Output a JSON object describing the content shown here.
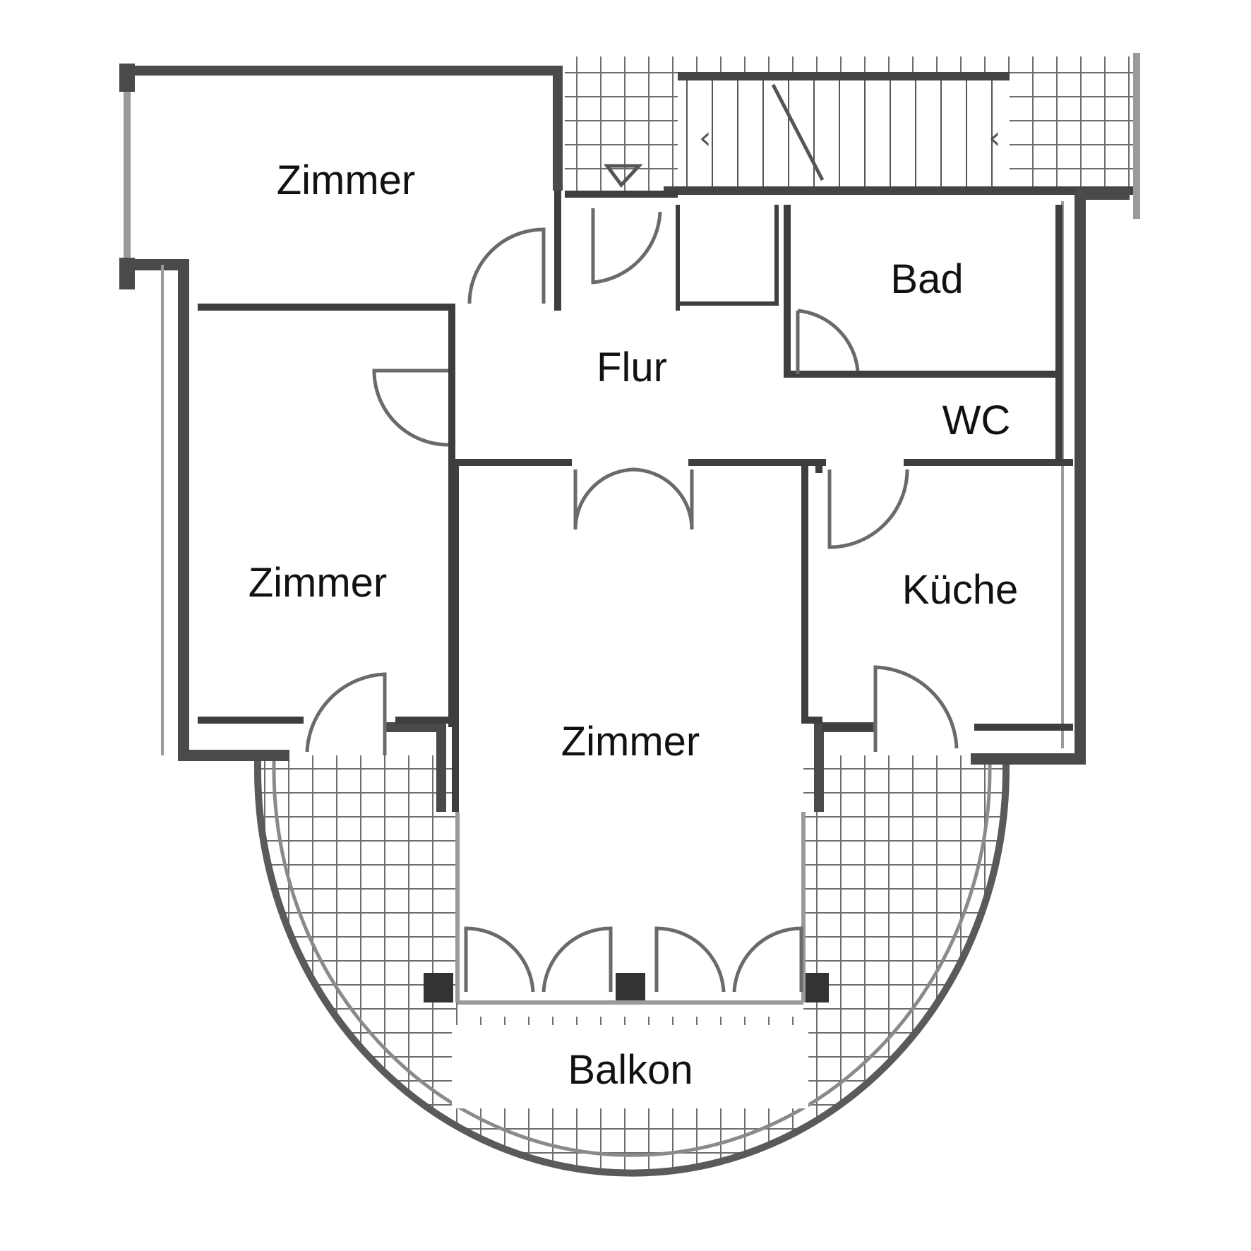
{
  "floorplan": {
    "rooms": {
      "zimmer_top": "Zimmer",
      "zimmer_left": "Zimmer",
      "zimmer_center": "Zimmer",
      "flur": "Flur",
      "bad": "Bad",
      "wc": "WC",
      "kueche": "Küche",
      "balkon": "Balkon"
    },
    "colors": {
      "wall": "#4a4a4a",
      "wall_light": "#9a9a9a",
      "tile": "#6e6e6e",
      "text": "#111111",
      "background": "#ffffff"
    }
  }
}
